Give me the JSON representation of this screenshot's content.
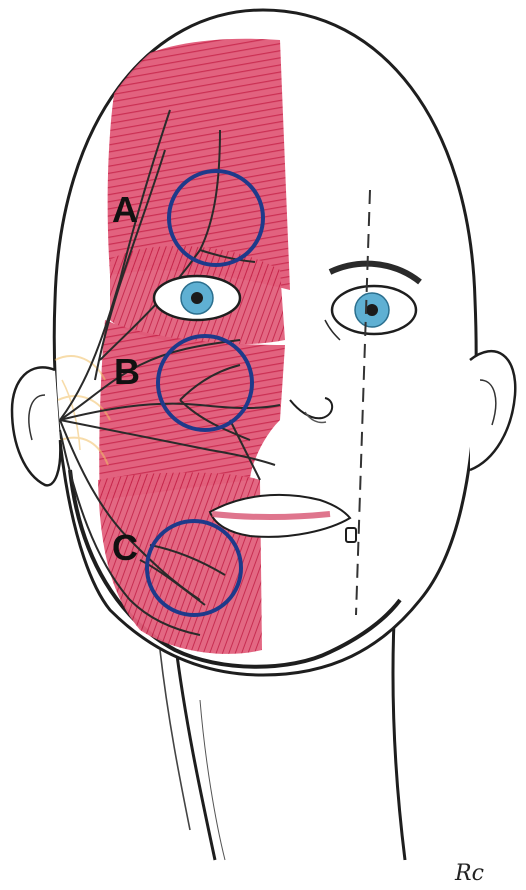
{
  "figure": {
    "labels": [
      "A",
      "B",
      "C"
    ],
    "signature": "Rc",
    "colors": {
      "outline": "#1e1e1e",
      "muscle": "#d23a5c",
      "muscle_light": "#e77f95",
      "nerve": "#2a2a2a",
      "circle": "#1e3a8a",
      "iris": "#5fb0d3",
      "pupil": "#1b1b1b",
      "parotid": "#f2c066",
      "background": "#ffffff"
    }
  }
}
